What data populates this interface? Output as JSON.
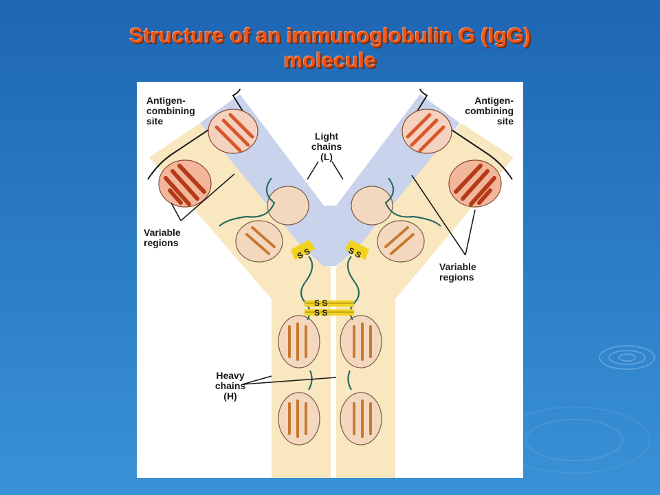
{
  "title": {
    "line1": "Structure of an immunoglobulin G (IgG)",
    "line2": "molecule"
  },
  "figure": {
    "antigen_site_left": "Antigen-\ncombining\nsite",
    "antigen_site_right": "Antigen-\ncombining\nsite",
    "light_chains": "Light\nchains\n(L)",
    "variable_regions_left": "Variable\nregions",
    "variable_regions_right": "Variable\nregions",
    "heavy_chains": "Heavy\nchains\n(H)",
    "disulfide": {
      "label": "S S"
    },
    "colors": {
      "heavy_chain_band": "#f8e7bf",
      "light_chain_band": "#c9d3ec",
      "chain_line": "#2b6b60",
      "disulfide_bar": "#f2d21f",
      "variable_domain": "#d9572c",
      "constant_domain": "#e6a57c"
    }
  },
  "background": {
    "accent": "#2a7cc4",
    "title_color": "#e8561c"
  }
}
